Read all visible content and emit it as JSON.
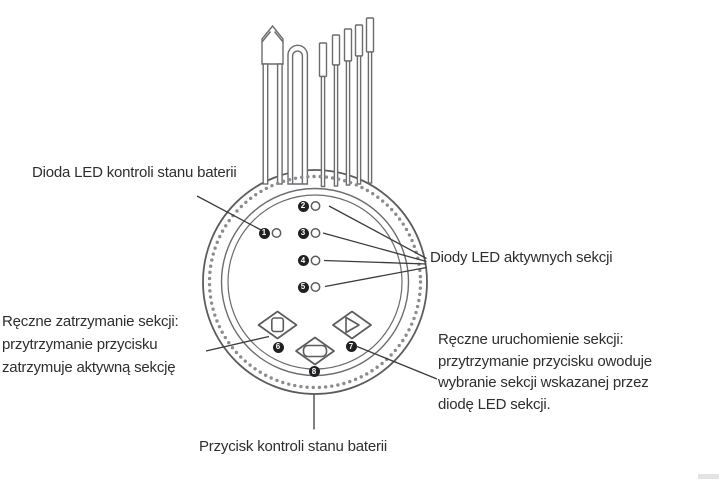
{
  "diagram": {
    "labels": {
      "battery_led": "Dioda LED kontroli stanu baterii",
      "section_leds": "Diody LED aktywnych sekcji",
      "stop": [
        "Ręczne zatrzymanie sekcji:",
        "przytrzymanie przycisku",
        "zatrzymuje aktywną sekcję"
      ],
      "start": [
        "Ręczne uruchomienie sekcji:",
        "przytrzymanie przycisku owoduje",
        "wybranie sekcji wskazanej przez",
        "diodę LED sekcji."
      ],
      "battery_button": "Przycisk kontroli stanu baterii"
    },
    "badges": [
      "1",
      "2",
      "3",
      "4",
      "5",
      "6",
      "7",
      "8"
    ],
    "colors": {
      "device_outline": "#5b5c5e",
      "wire_line": "#6b6c6e",
      "rim_dots": "#8a8c8f",
      "annotation_line": "#3c3c3e",
      "text": "#2e2e2e",
      "badge_bg": "#202022",
      "badge_text": "#ffffff"
    }
  }
}
